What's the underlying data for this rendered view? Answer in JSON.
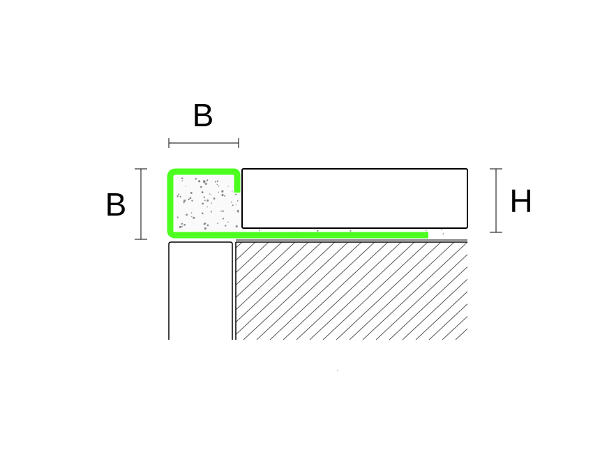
{
  "dimensions": {
    "top_width_label": "B",
    "left_height_label": "B",
    "right_height_label": "H"
  },
  "colors": {
    "profile": "#4cff1f",
    "line": "#000000",
    "adhesive_speck": "#8a8a8a",
    "hatch": "#555555"
  }
}
